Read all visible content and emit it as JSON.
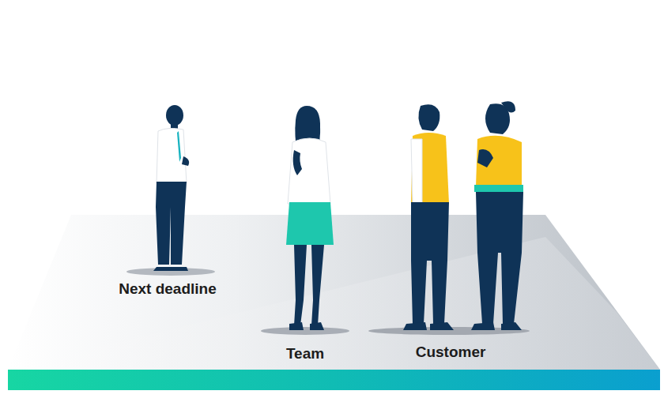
{
  "diagram": {
    "labels": [
      "Next deadline",
      "Team",
      "Customer"
    ]
  }
}
